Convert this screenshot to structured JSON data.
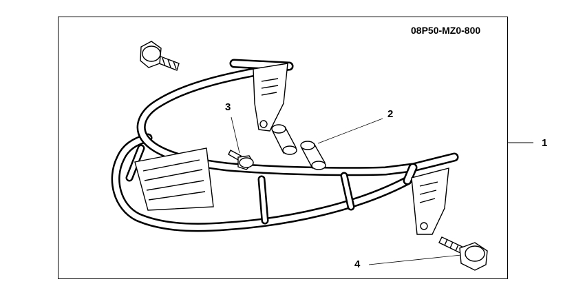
{
  "part_number": "08P50-MZ0-800",
  "callouts": {
    "c1": "1",
    "c2": "2",
    "c3": "3",
    "c4": "4"
  }
}
